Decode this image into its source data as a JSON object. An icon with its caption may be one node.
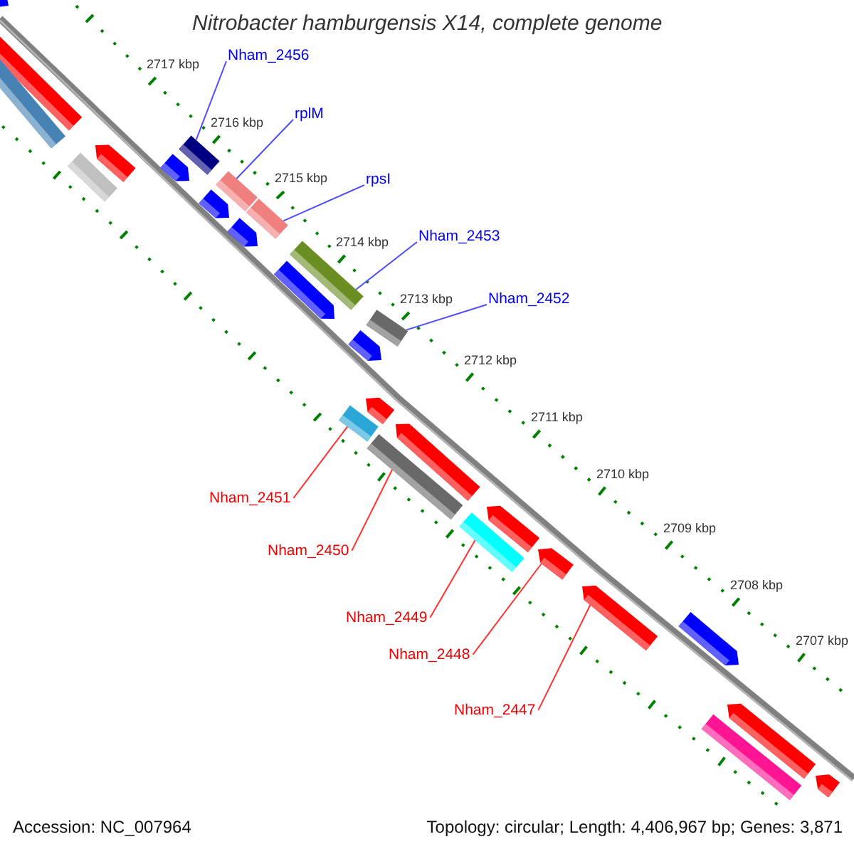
{
  "diagram": {
    "title": "Nitrobacter hamburgensis X14, complete genome",
    "nodes": [
      {
        "text": [
          "Nham_2456"
        ]
      },
      {
        "text": [
          "rplM"
        ]
      },
      {
        "text": [
          "rpsI"
        ]
      },
      {
        "text": [
          "Nham_2453"
        ]
      },
      {
        "text": [
          "Nham_2452"
        ]
      },
      {
        "text": [
          "Nham_2451"
        ]
      },
      {
        "text": [
          "Nham_2450"
        ]
      },
      {
        "text": [
          "Nham_2449"
        ]
      },
      {
        "text": [
          "Nham_2448"
        ]
      },
      {
        "text": [
          "Nham_2447"
        ]
      },
      {
        "text": [],
        "shape": "arrow"
      },
      {
        "text": [],
        "shape": "arrow"
      },
      {
        "text": [],
        "shape": "bar"
      },
      {
        "text": [],
        "shape": "bar"
      },
      {
        "text": [],
        "shape": "arrow"
      },
      {
        "text": [],
        "shape": "bar"
      },
      {
        "text": [],
        "shape": "arrow"
      },
      {
        "text": [],
        "shape": "bar"
      },
      {
        "text": [],
        "shape": "arrow"
      },
      {
        "text": [],
        "shape": "bar"
      },
      {
        "text": [],
        "shape": "arrow"
      },
      {
        "text": [],
        "shape": "bar"
      },
      {
        "text": [],
        "shape": "arrow"
      },
      {
        "text": [],
        "shape": "bar"
      },
      {
        "text": [],
        "shape": "arrow"
      },
      {
        "text": [],
        "shape": "arrow"
      },
      {
        "text": [],
        "shape": "bar"
      },
      {
        "text": [],
        "shape": "arrow"
      },
      {
        "text": [],
        "shape": "bar"
      },
      {
        "text": [],
        "shape": "arrow"
      },
      {
        "text": [],
        "shape": "bar"
      },
      {
        "text": [],
        "shape": "arrow"
      },
      {
        "text": [],
        "shape": "arrow"
      },
      {
        "text": [],
        "shape": "arrow"
      },
      {
        "text": [],
        "shape": "arrow"
      },
      {
        "text": [],
        "shape": "bar"
      },
      {
        "text": [],
        "shape": "arrow"
      }
    ],
    "edges": [
      {
        "from": 0,
        "to": 13,
        "arrow": "none",
        "color": "#4d4dff"
      },
      {
        "from": 1,
        "to": 17,
        "arrow": "none",
        "color": "#4d4dff"
      },
      {
        "from": 2,
        "to": 19,
        "arrow": "none",
        "color": "#4d4dff"
      },
      {
        "from": 3,
        "to": 21,
        "arrow": "none",
        "color": "#4d4dff"
      },
      {
        "from": 4,
        "to": 23,
        "arrow": "none",
        "color": "#4d4dff"
      },
      {
        "from": 5,
        "to": 26,
        "arrow": "none",
        "color": "#ff3333"
      },
      {
        "from": 6,
        "to": 28,
        "arrow": "none",
        "color": "#ff3333"
      },
      {
        "from": 7,
        "to": 30,
        "arrow": "none",
        "color": "#ff3333"
      },
      {
        "from": 8,
        "to": 31,
        "arrow": "none",
        "color": "#ff3333"
      },
      {
        "from": 9,
        "to": 32,
        "arrow": "none",
        "color": "#ff3333"
      }
    ],
    "labels": [
      "2717 kbp",
      "2716 kbp",
      "2715 kbp",
      "2714 kbp",
      "2713 kbp",
      "2712 kbp",
      "2711 kbp",
      "2710 kbp",
      "2709 kbp",
      "2708 kbp",
      "2707 kbp",
      "Accession: NC_007964",
      "Topology: circular; Length: 4,406,967 bp; Genes: 3,871"
    ]
  }
}
